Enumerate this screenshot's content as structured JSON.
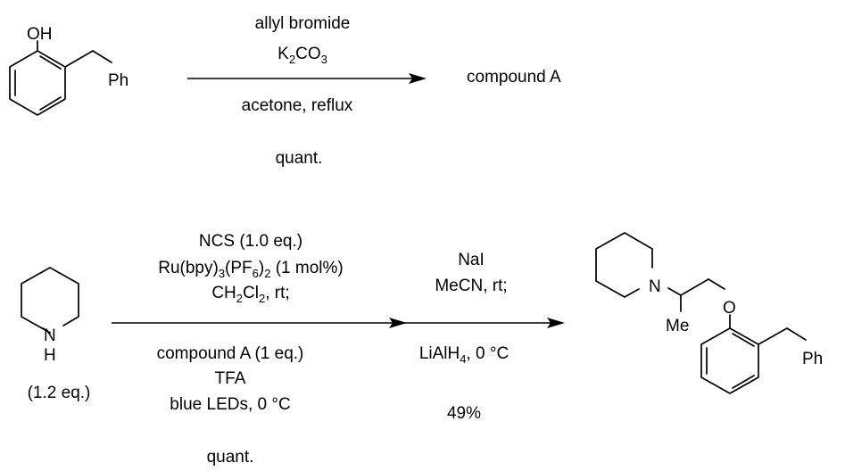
{
  "reaction1": {
    "reactant": {
      "oh_label": "OH",
      "ph_label": "Ph"
    },
    "reagents_above": {
      "line1": "allyl bromide",
      "k2co3": {
        "k": "K",
        "k_sub": "2",
        "co": "CO",
        "co_sub": "3"
      }
    },
    "conditions_below": "acetone, reflux",
    "yield": "quant.",
    "product": "compound A"
  },
  "reaction2": {
    "amine": {
      "nh_label": "N",
      "h_label": "H",
      "equiv": "(1.2 eq.)"
    },
    "step1_above": {
      "line1": "NCS (1.0 eq.)",
      "ru": {
        "a": "Ru(bpy)",
        "a_sub": "3",
        "b": "(PF",
        "b_sub": "6",
        "c": ")",
        "c_sub": "2",
        "d": " (1 mol%)"
      },
      "ch2cl2": {
        "a": "CH",
        "a_sub": "2",
        "b": "Cl",
        "b_sub": "2",
        "c": ", rt;"
      }
    },
    "step1_below": {
      "line1": "compound A (1 eq.)",
      "line2": "TFA",
      "line3": "blue LEDs, 0 °C"
    },
    "step1_yield": "quant.",
    "step2_above": {
      "line1": "NaI",
      "line2": "MeCN, rt;"
    },
    "step2_below": {
      "lialh4": {
        "a": "LiAlH",
        "a_sub": "4",
        "b": ", 0 °C"
      }
    },
    "step2_yield": "49%",
    "product": {
      "n_label": "N",
      "o_label": "O",
      "me_label": "Me",
      "ph_label": "Ph"
    }
  }
}
